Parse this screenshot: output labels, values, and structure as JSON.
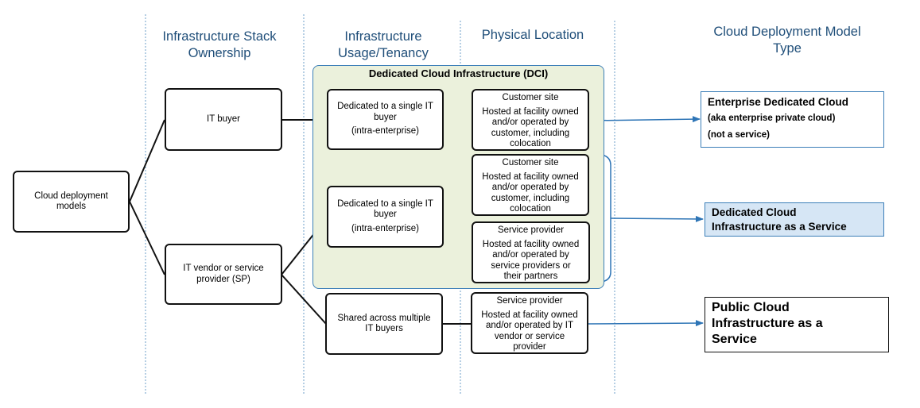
{
  "columns": {
    "ownership": [
      "Infrastructure",
      "Stack Ownership"
    ],
    "tenancy": [
      "Infrastructure",
      "Usage/Tenancy"
    ],
    "location": [
      "Physical",
      "Location"
    ],
    "model_type": [
      "Cloud Deployment",
      "Model Type"
    ]
  },
  "root": [
    "Cloud deployment",
    "models"
  ],
  "owners": {
    "it_buyer": [
      "IT buyer"
    ],
    "it_vendor": [
      "IT vendor or service",
      "provider (SP)"
    ]
  },
  "dci_title": "Dedicated Cloud Infrastructure (DCI)",
  "tenancy": {
    "dedicated_1": [
      "Dedicated to a single IT",
      "buyer",
      "(intra-enterprise)"
    ],
    "dedicated_2": [
      "Dedicated to a single IT",
      "buyer",
      "(intra-enterprise)"
    ],
    "shared": [
      "Shared across multiple",
      "IT buyers"
    ]
  },
  "locations": {
    "customer_site_1": {
      "title": "Customer site",
      "lines": [
        "Hosted at facility owned",
        "and/or operated by",
        "customer, including",
        "colocation"
      ]
    },
    "customer_site_2": {
      "title": "Customer site",
      "lines": [
        "Hosted at facility owned",
        "and/or operated by",
        "customer, including",
        "colocation"
      ]
    },
    "service_provider_1": {
      "title": "Service provider",
      "lines": [
        "Hosted at facility owned",
        "and/or operated by",
        "service providers or",
        "their partners"
      ]
    },
    "service_provider_2": {
      "title": "Service provider",
      "lines": [
        "Hosted at facility owned",
        "and/or operated by IT",
        "vendor or service",
        "provider"
      ]
    }
  },
  "outcomes": {
    "enterprise": [
      "Enterprise Dedicated Cloud",
      "(aka enterprise private cloud)",
      "(not a service)"
    ],
    "dciaas": [
      "Dedicated Cloud",
      "Infrastructure as a Service"
    ],
    "public": [
      "Public Cloud",
      "Infrastructure as a",
      "Service"
    ]
  },
  "colors": {
    "heading": "#1f4e79",
    "arrow": "#2e75b6",
    "dci_fill": "#ebf1dc",
    "dci_border": "#3c7fb8",
    "dciaas_fill": "#d6e6f5"
  }
}
